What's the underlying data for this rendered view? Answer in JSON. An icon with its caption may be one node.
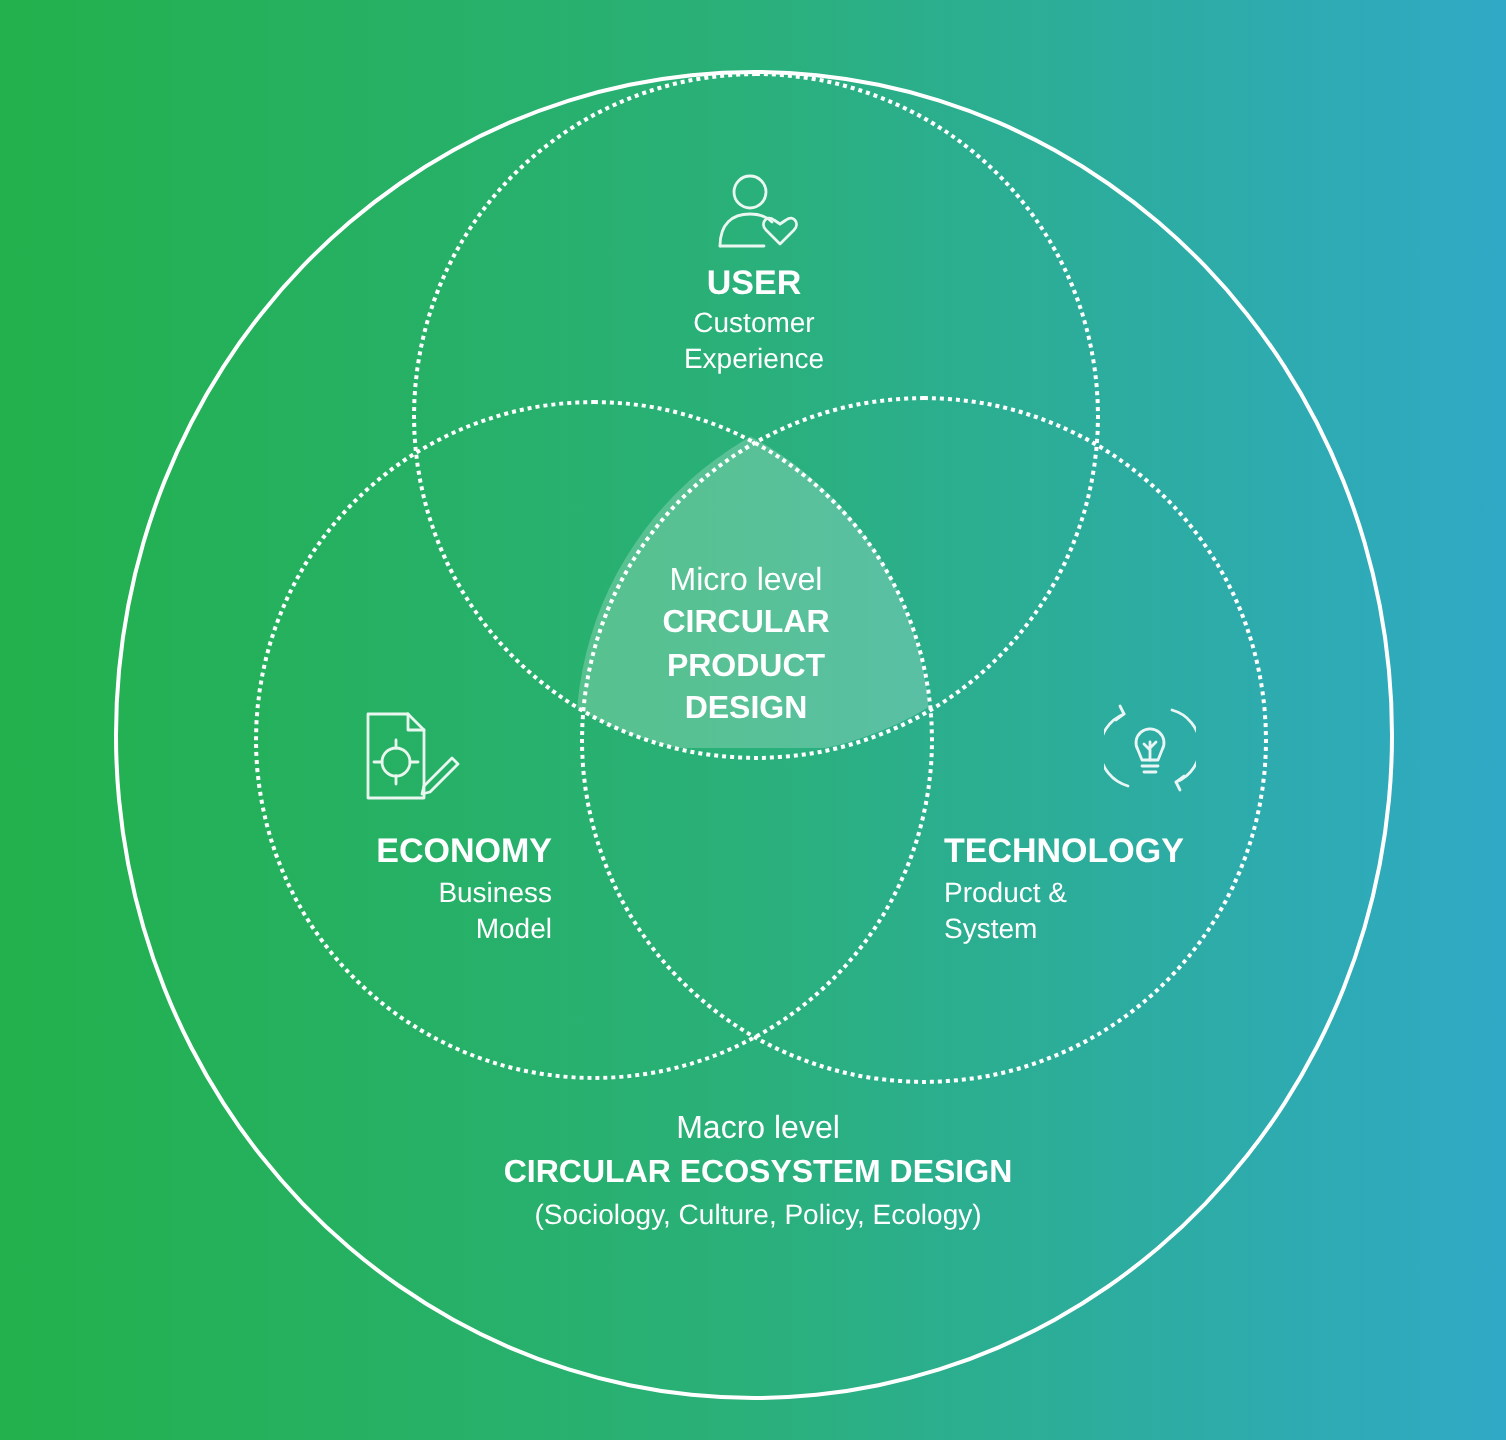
{
  "diagram": {
    "nodes": [
      {
        "text": [
          "Macro level",
          "CIRCULAR ECOSYSTEM DESIGN",
          "(Sociology, Culture, Policy, Ecology)"
        ]
      },
      {
        "text": [
          "USER",
          "Customer Experience"
        ],
        "in": 0
      },
      {
        "text": [
          "ECONOMY",
          "Business Model"
        ],
        "in": 0
      },
      {
        "text": [
          "TECHNOLOGY",
          "Product & System"
        ],
        "in": 0
      },
      {
        "text": [
          "Micro level",
          "CIRCULAR PRODUCT DESIGN"
        ]
      }
    ],
    "edges": []
  }
}
